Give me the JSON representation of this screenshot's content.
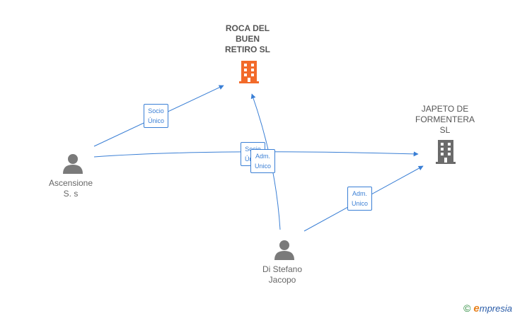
{
  "nodes": {
    "roca": {
      "label_lines": [
        "ROCA DEL",
        "BUEN",
        "RETIRO  SL"
      ],
      "type": "company",
      "color": "#f26a2a"
    },
    "japeto": {
      "label_lines": [
        "JAPETO DE",
        "FORMENTERA",
        "SL"
      ],
      "type": "company",
      "color": "#6b6b6b"
    },
    "ascensione": {
      "label_lines": [
        "Ascensione",
        "S. s"
      ],
      "type": "person",
      "color": "#7a7a7a"
    },
    "distefano": {
      "label_lines": [
        "Di Stefano",
        "Jacopo"
      ],
      "type": "person",
      "color": "#7a7a7a"
    }
  },
  "edges": [
    {
      "from": "ascensione",
      "to": "roca",
      "label_lines": [
        "Socio",
        "Único"
      ]
    },
    {
      "from": "ascensione",
      "to": "japeto",
      "label_lines": [
        "Socio",
        "Único"
      ]
    },
    {
      "from": "distefano",
      "to": "roca",
      "label_lines": [
        "Adm.",
        "Unico"
      ]
    },
    {
      "from": "distefano",
      "to": "japeto",
      "label_lines": [
        "Adm.",
        "Unico"
      ]
    }
  ],
  "colors": {
    "edge": "#3a7fd5"
  },
  "footer": {
    "copyright_symbol": "©",
    "brand_first": "e",
    "brand_rest": "mpresia"
  }
}
